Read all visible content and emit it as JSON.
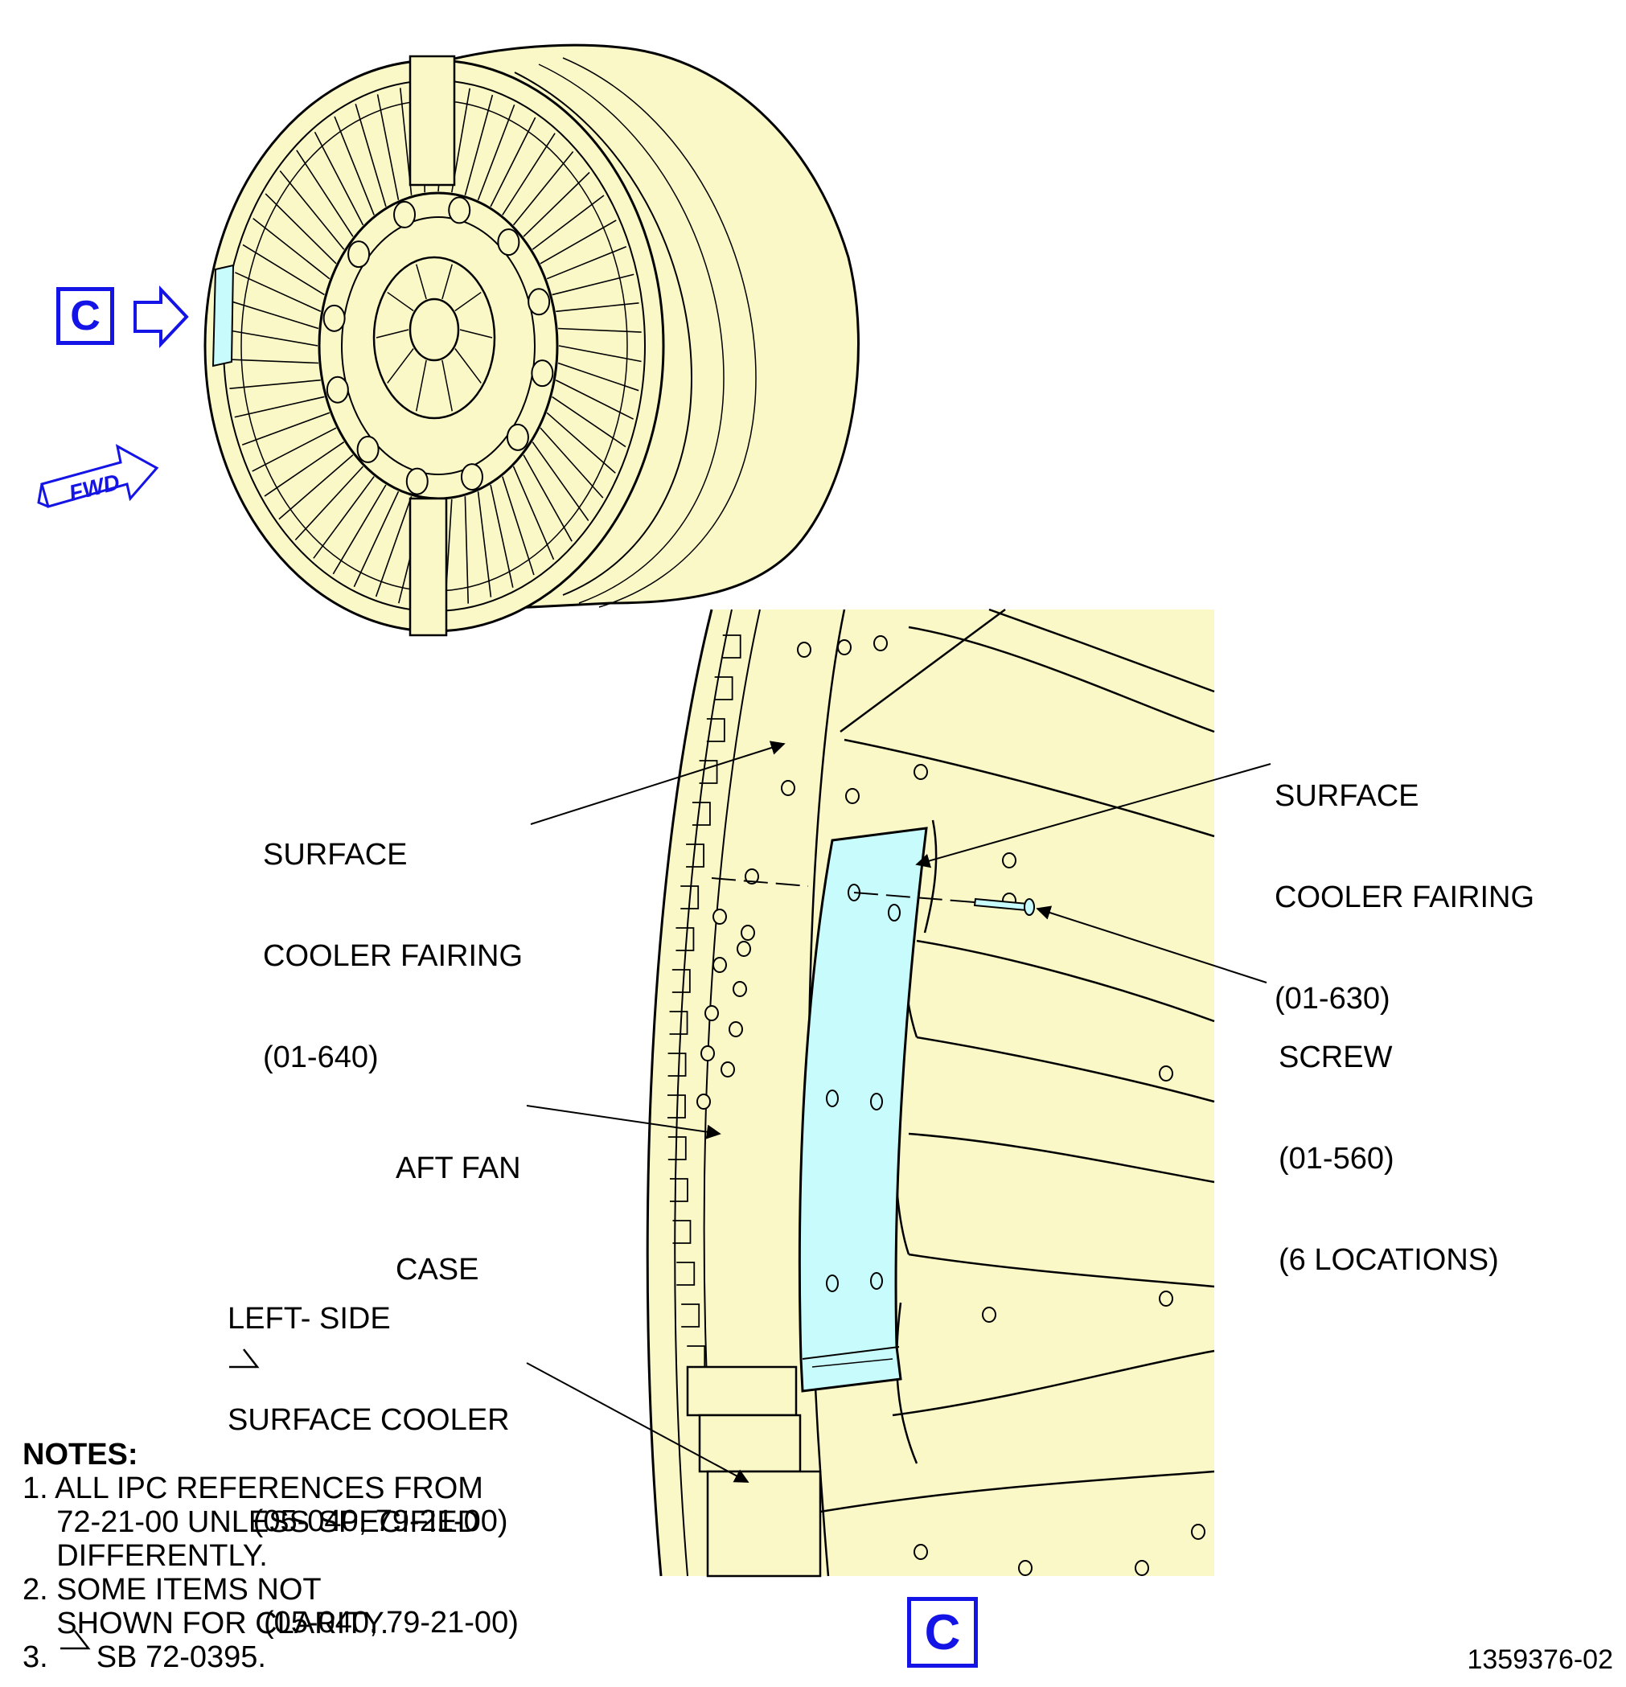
{
  "view_callout": "C",
  "fwd_label": "FWD",
  "labels": {
    "fairing_640": [
      "SURFACE",
      "COOLER FAIRING",
      "(01-640)"
    ],
    "fairing_630": [
      "SURFACE",
      "COOLER FAIRING",
      "(01-630)"
    ],
    "screw": [
      "SCREW",
      "(01-560)",
      "(6 LOCATIONS)"
    ],
    "aft_fan_case": [
      "AFT FAN",
      "CASE"
    ],
    "left_cooler": [
      "LEFT- SIDE",
      "SURFACE COOLER",
      "   (05-040, 79-21-00)",
      "(05-040, 79-21-00)"
    ]
  },
  "notes": {
    "heading": "NOTES:",
    "items": [
      "1. ALL IPC REFERENCES FROM",
      "    72-21-00 UNLESS SPECIFIED",
      "    DIFFERENTLY.",
      "2. SOME ITEMS NOT",
      "    SHOWN FOR CLARITY.",
      "3.",
      "SB 72-0395."
    ]
  },
  "figure_number": "1359376-02",
  "colors": {
    "part_fill": "#fbf8c8",
    "highlight": "#c8fcfc",
    "callout": "#1414e6",
    "line": "#000000"
  }
}
